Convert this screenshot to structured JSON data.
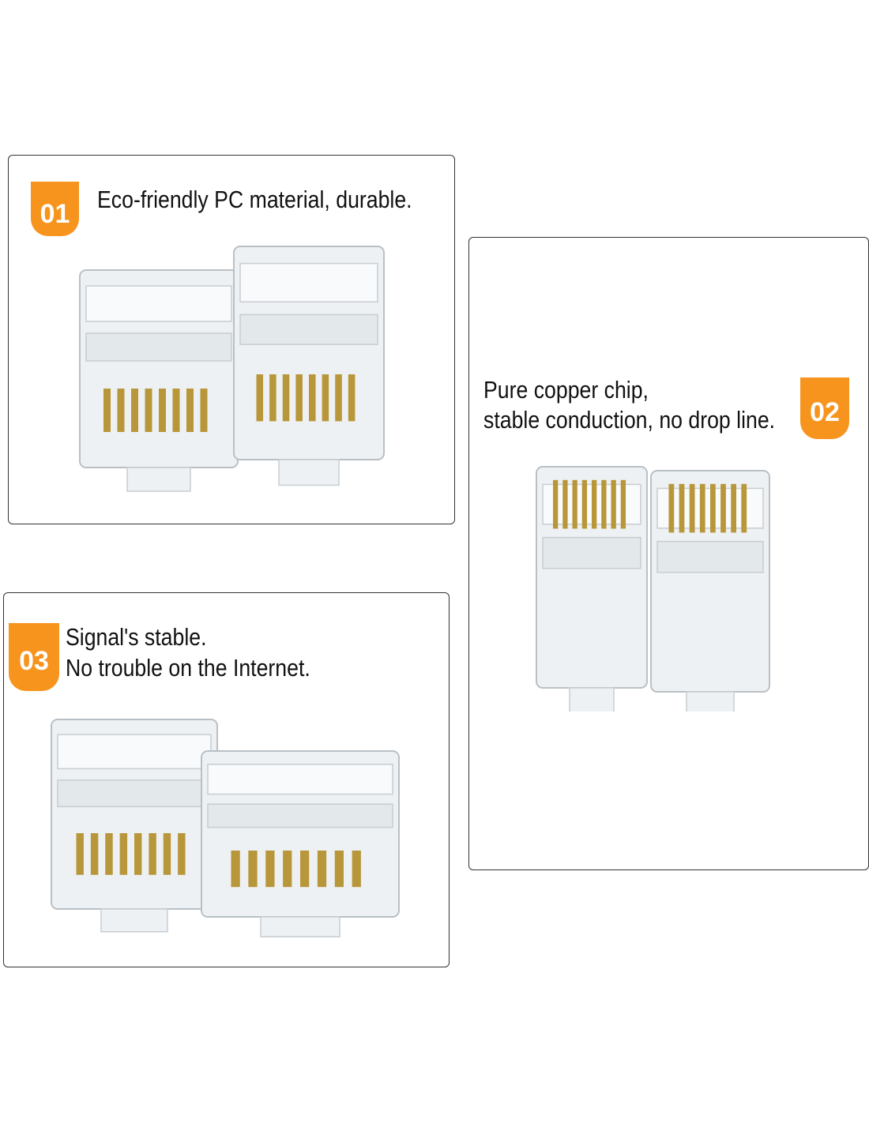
{
  "accent_color": "#f7941d",
  "features": [
    {
      "number": "01",
      "lines": [
        "Eco-friendly PC material, durable."
      ],
      "image_icon": "rj45-connectors-pair-icon"
    },
    {
      "number": "02",
      "lines": [
        "Pure copper chip,",
        "stable conduction, no drop line."
      ],
      "image_icon": "rj45-connectors-front-icon"
    },
    {
      "number": "03",
      "lines": [
        "Signal's stable.",
        "No trouble on the Internet."
      ],
      "image_icon": "rj45-connectors-angled-icon"
    }
  ]
}
